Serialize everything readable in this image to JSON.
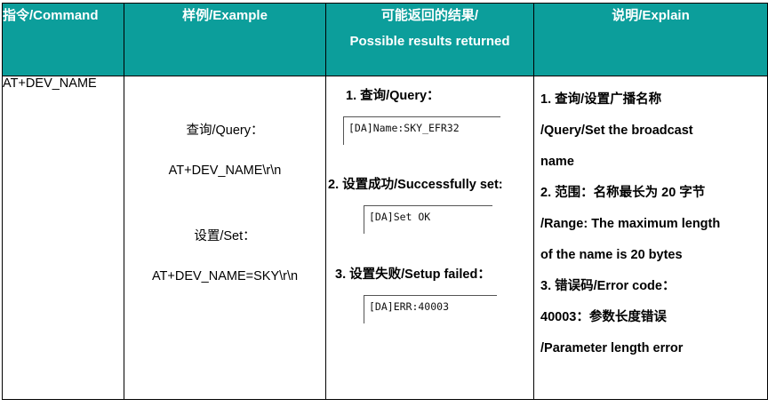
{
  "table": {
    "headers": [
      {
        "id": "command",
        "text": "指令/Command"
      },
      {
        "id": "example",
        "text": "样例/Example"
      },
      {
        "id": "results",
        "line1": "可能返回的结果/",
        "line2": "Possible results returned"
      },
      {
        "id": "explain",
        "text": "说明/Explain"
      }
    ],
    "row": {
      "command": "AT+DEV_NAME",
      "example": {
        "query_label": "查询/Query：",
        "query_command": "AT+DEV_NAME\\r\\n",
        "set_label": "设置/Set：",
        "set_command": "AT+DEV_NAME=SKY\\r\\n"
      },
      "results": [
        {
          "label": "1.  查询/Query：",
          "output": "[DA]Name:SKY_EFR32"
        },
        {
          "label": "2.  设置成功/Successfully set:",
          "output": "[DA]Set OK"
        },
        {
          "label": "3.  设置失败/Setup failed：",
          "output": "[DA]ERR:40003"
        }
      ],
      "explain_lines": [
        "1. 查询/设置广播名称",
        "/Query/Set the broadcast",
        "name",
        "2. 范围：名称最长为 20 字节",
        "/Range: The maximum length",
        "of the name is 20 bytes",
        "3. 错误码/Error code：",
        "40003：参数长度错误",
        "/Parameter length error"
      ]
    }
  },
  "colors": {
    "header_background": "#0C9E9B",
    "header_text": "#FFFFFF",
    "border": "#000000",
    "terminal_border": "#555555"
  }
}
